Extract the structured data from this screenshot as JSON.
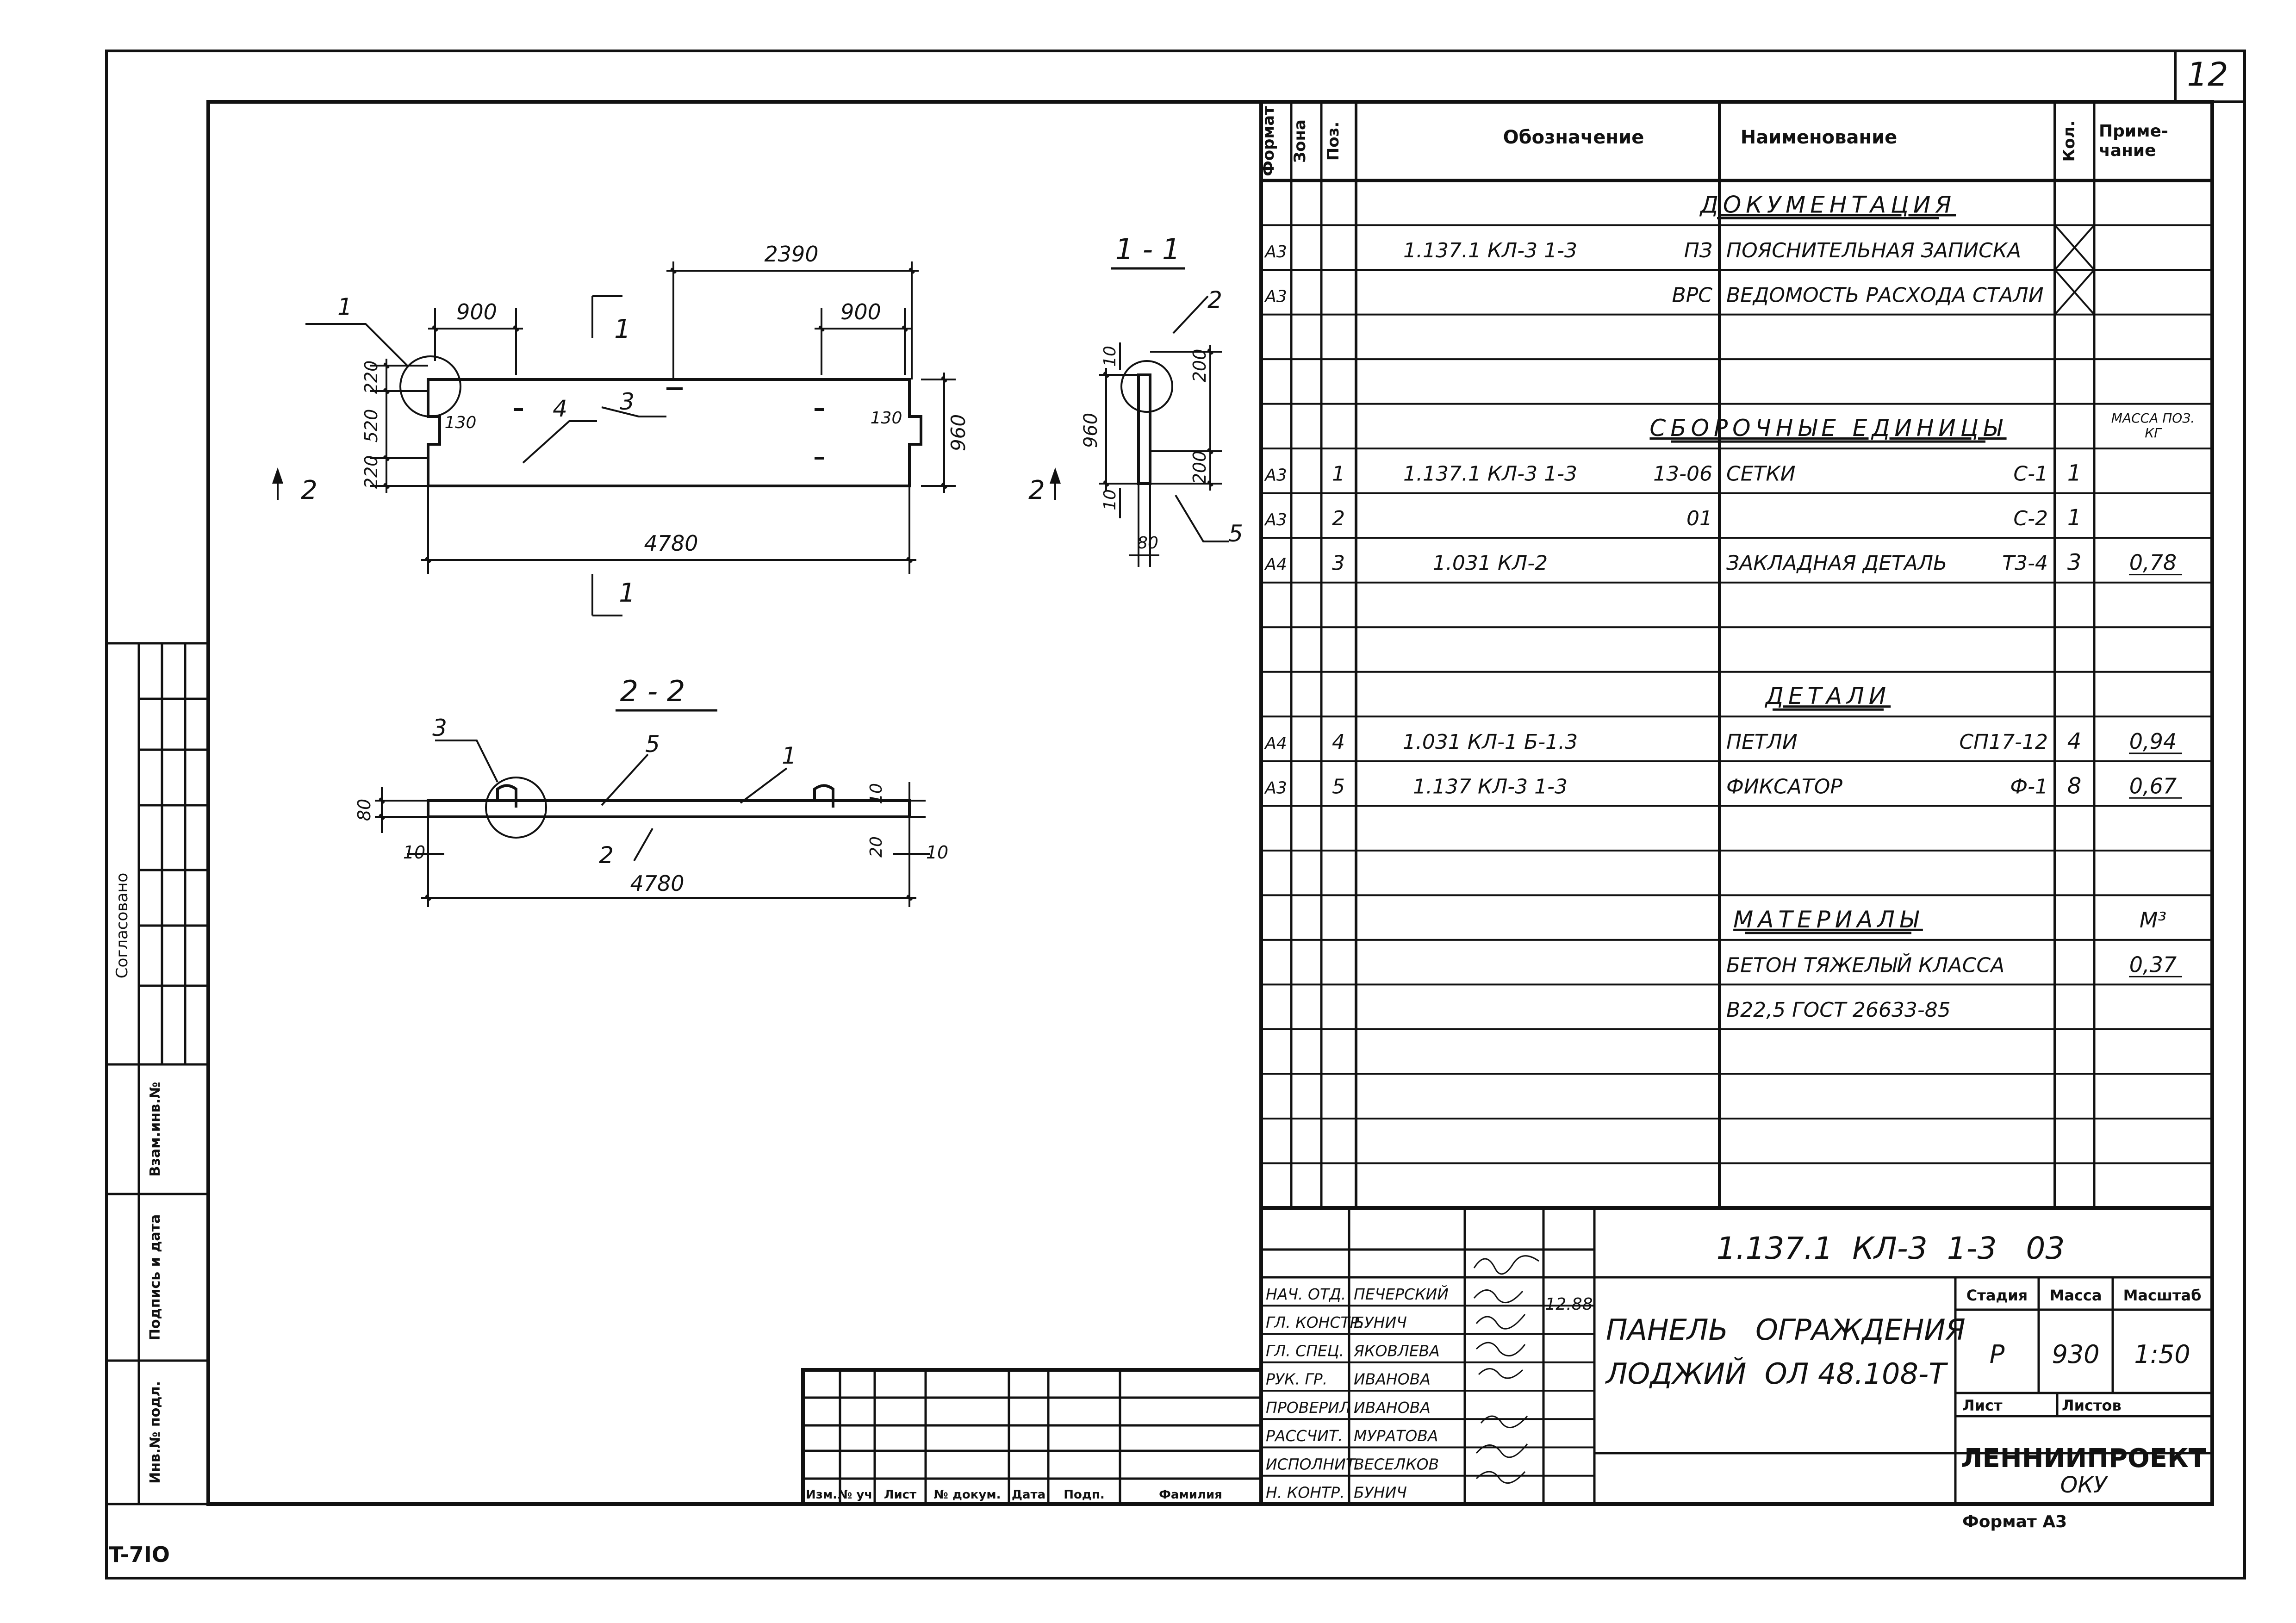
{
  "sheet": {
    "page_number": "12",
    "inventory_code": "T-7IO",
    "format_note": "Формат А3"
  },
  "left_stamp": {
    "agreed": "Согласовано",
    "replaced_inv": "Взам.инв.№",
    "signature_date": "Подпись и дата",
    "original_inv": "Инв.№ подл."
  },
  "drawing": {
    "front_view": {
      "dims": {
        "overall_top": "2390",
        "left_offset": "900",
        "right_offset": "900",
        "overall_length": "4780",
        "height": "960",
        "h_top": "220",
        "h_mid": "520",
        "h_bottom": "220",
        "notch_left": "130",
        "notch_right": "130"
      },
      "leaders": {
        "p1": "1",
        "p3": "3",
        "p4": "4"
      },
      "section_mark_1_top": "1",
      "section_mark_1_bottom": "1",
      "section_mark_2": "2"
    },
    "section_1_1": {
      "title": "1 - 1",
      "dims": {
        "height": "960",
        "top_gap": "10",
        "bottom_gap": "10",
        "top_zone": "200",
        "bottom_zone": "200",
        "thickness": "80"
      },
      "leaders": {
        "p2": "2",
        "p5": "5"
      },
      "section_mark_2": "2"
    },
    "section_2_2": {
      "title": "2 - 2",
      "dims": {
        "length": "4780",
        "thickness": "80",
        "left_gap": "10",
        "right_gap": "10",
        "right_vertical_top": "10",
        "right_vertical_bottom": "20"
      },
      "leaders": {
        "p1": "1",
        "p2": "2",
        "p3": "3",
        "p5": "5"
      }
    }
  },
  "spec": {
    "headers": {
      "format": "Формат",
      "zone": "Зона",
      "pos": "Поз.",
      "designation": "Обозначение",
      "name": "Наименование",
      "qty": "Кол.",
      "note": "Приме-\nчание"
    },
    "rows": [
      {
        "format": "",
        "pos": "",
        "designation": "",
        "name": "ДОКУМЕНТАЦИЯ",
        "qty": "",
        "note": "",
        "section": true
      },
      {
        "format": "А3",
        "pos": "",
        "designation": "1.137.1 КЛ-3 1-3",
        "designation_right": "ПЗ",
        "name": "ПОЯСНИТЕЛЬНАЯ ЗАПИСКА",
        "name_right": "",
        "qty": "X",
        "note": ""
      },
      {
        "format": "А3",
        "pos": "",
        "designation": "",
        "designation_right": "ВРС",
        "name": "ВЕДОМОСТЬ РАСХОДА СТАЛИ",
        "name_right": "",
        "qty": "X",
        "note": ""
      },
      {
        "format": "",
        "pos": "",
        "designation": "",
        "name": "",
        "qty": "",
        "note": ""
      },
      {
        "format": "",
        "pos": "",
        "designation": "",
        "name": "",
        "qty": "",
        "note": ""
      },
      {
        "format": "",
        "pos": "",
        "designation": "",
        "name": "СБОРОЧНЫЕ ЕДИНИЦЫ",
        "qty": "",
        "note": "МАССА ПОЗ.\nКГ",
        "section": true
      },
      {
        "format": "А3",
        "pos": "1",
        "designation": "1.137.1 КЛ-3 1-3",
        "designation_right": "13-06",
        "name": "СЕТКИ",
        "name_right": "С-1",
        "qty": "1",
        "note": ""
      },
      {
        "format": "А3",
        "pos": "2",
        "designation": "",
        "designation_right": "01",
        "name": "",
        "name_right": "С-2",
        "qty": "1",
        "note": ""
      },
      {
        "format": "А4",
        "pos": "3",
        "designation": "1.031 КЛ-2",
        "designation_right": "",
        "name": "ЗАКЛАДНАЯ ДЕТАЛЬ",
        "name_right": "Т3-4",
        "qty": "3",
        "note": "0,78"
      },
      {
        "format": "",
        "pos": "",
        "designation": "",
        "name": "",
        "qty": "",
        "note": ""
      },
      {
        "format": "",
        "pos": "",
        "designation": "",
        "name": "",
        "qty": "",
        "note": ""
      },
      {
        "format": "",
        "pos": "",
        "designation": "",
        "name": "ДЕТАЛИ",
        "qty": "",
        "note": "",
        "section": true
      },
      {
        "format": "А4",
        "pos": "4",
        "designation": "1.031 КЛ-1 Б-1.3",
        "designation_right": "",
        "name": "ПЕТЛИ",
        "name_right": "СП17-12",
        "qty": "4",
        "note": "0,94"
      },
      {
        "format": "А3",
        "pos": "5",
        "designation": "1.137 КЛ-3 1-3",
        "designation_right": "",
        "name": "ФИКСАТОР",
        "name_right": "Ф-1",
        "qty": "8",
        "note": "0,67"
      },
      {
        "format": "",
        "pos": "",
        "designation": "",
        "name": "",
        "qty": "",
        "note": ""
      },
      {
        "format": "",
        "pos": "",
        "designation": "",
        "name": "",
        "qty": "",
        "note": ""
      },
      {
        "format": "",
        "pos": "",
        "designation": "",
        "name": "МАТЕРИАЛЫ",
        "qty": "",
        "note": "М³",
        "section": true
      },
      {
        "format": "",
        "pos": "",
        "designation": "",
        "name": "БЕТОН ТЯЖЕЛЫЙ КЛАССА",
        "name_right": "",
        "qty": "",
        "note": "0,37"
      },
      {
        "format": "",
        "pos": "",
        "designation": "",
        "name": "В22,5  ГОСТ 26633-85",
        "name_right": "",
        "qty": "",
        "note": ""
      },
      {
        "format": "",
        "pos": "",
        "designation": "",
        "name": "",
        "qty": "",
        "note": ""
      },
      {
        "format": "",
        "pos": "",
        "designation": "",
        "name": "",
        "qty": "",
        "note": ""
      },
      {
        "format": "",
        "pos": "",
        "designation": "",
        "name": "",
        "qty": "",
        "note": ""
      },
      {
        "format": "",
        "pos": "",
        "designation": "",
        "name": "",
        "qty": "",
        "note": ""
      }
    ]
  },
  "title_block": {
    "code": "1.137.1  КЛ-3  1-3   03",
    "title_line1": "ПАНЕЛЬ   ОГРАЖДЕНИЯ",
    "title_line2": "ЛОДЖИЙ  ОЛ 48.108-Т",
    "stage_label": "Стадия",
    "mass_label": "Масса",
    "scale_label": "Масштаб",
    "stage": "Р",
    "mass": "930",
    "scale": "1:50",
    "sheet_label": "Лист",
    "sheets_label": "Листов",
    "org": "ЛЕННИИПРОЕКТ",
    "org_dept": "ОКУ",
    "date": "12.88",
    "people": [
      {
        "role": "НАЧ. ОТД.",
        "name": "ПЕЧЕРСКИЙ"
      },
      {
        "role": "ГЛ. КОНСТР.",
        "name": "БУНИЧ"
      },
      {
        "role": "ГЛ. СПЕЦ.",
        "name": "ЯКОВЛЕВА"
      },
      {
        "role": "РУК. ГР.",
        "name": "ИВАНОВА"
      },
      {
        "role": "ПРОВЕРИЛ",
        "name": "ИВАНОВА"
      },
      {
        "role": "РАССЧИТ.",
        "name": "МУРАТОВА"
      },
      {
        "role": "ИСПОЛНИТ.",
        "name": "ВЕСЕЛКОВ"
      },
      {
        "role": "Н. КОНТР.",
        "name": "БУНИЧ"
      }
    ],
    "change_headers": [
      "Изм.",
      "№ уч.",
      "Лист",
      "№ докум.",
      "Дата",
      "Подп.",
      "Фамилия"
    ]
  }
}
